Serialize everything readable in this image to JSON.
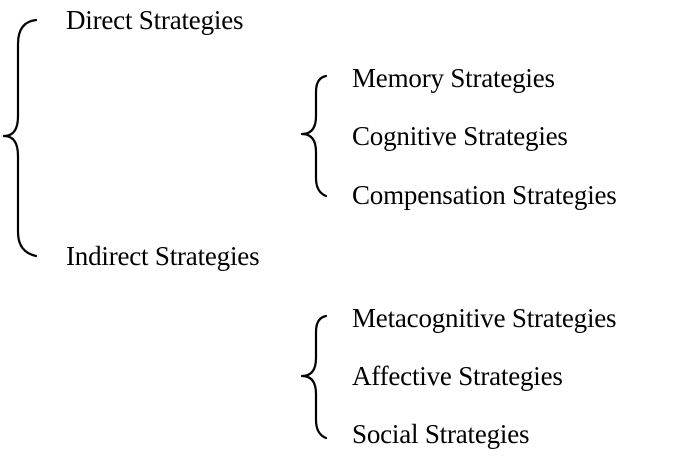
{
  "diagram": {
    "colors": {
      "text": "#000000",
      "background": "#ffffff",
      "bracket": "#000000"
    },
    "root": {
      "bracket_icon": "left-curly-brace-icon",
      "groups": [
        {
          "label": "Direct Strategies",
          "bracket_icon": "left-curly-brace-icon",
          "children": [
            "Memory Strategies",
            "Cognitive Strategies",
            "Compensation Strategies"
          ]
        },
        {
          "label": "Indirect Strategies",
          "bracket_icon": "left-curly-brace-icon",
          "children": [
            "Metacognitive Strategies",
            "Affective Strategies",
            "Social Strategies"
          ]
        }
      ]
    }
  }
}
